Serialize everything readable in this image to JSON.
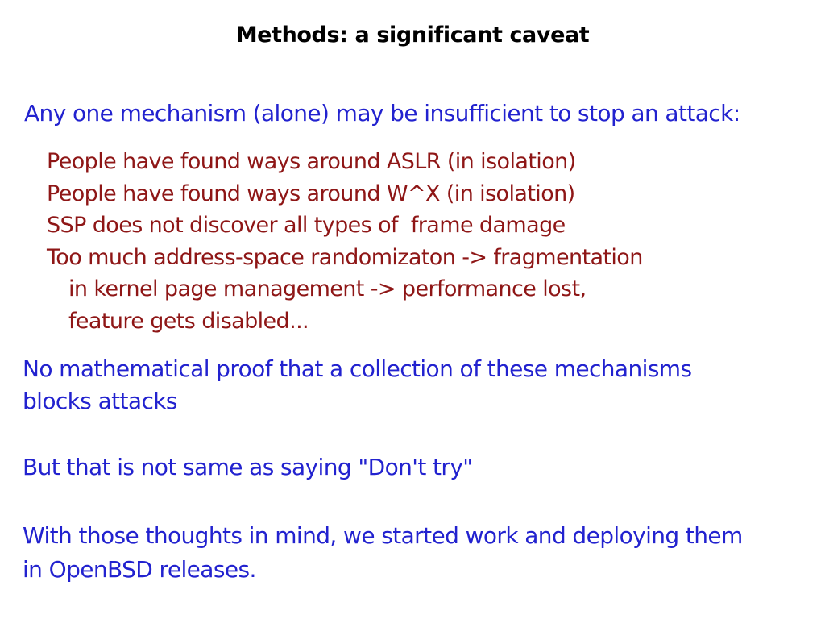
{
  "slide": {
    "title": "Methods: a significant caveat",
    "intro": "Any one mechanism (alone) may be insufficient to stop an attack:",
    "caveats": [
      "People have found ways around ASLR (in isolation)",
      "People have found ways around W^X (in isolation)",
      "SSP does not discover all types of  frame damage",
      "Too much address-space randomizaton -> fragmentation"
    ],
    "caveat_continuation": [
      "in kernel page management -> performance lost,",
      "feature gets disabled..."
    ],
    "no_proof": [
      "No mathematical proof that a collection of these mechanisms",
      "blocks attacks"
    ],
    "dont_try": "But that is not same as saying \"Don't try\"",
    "closing": [
      "With those thoughts in mind, we started work and deploying them",
      "in OpenBSD releases."
    ]
  },
  "colors": {
    "background": "#ffffff",
    "title_text": "#000000",
    "statement_blue": "#2222cf",
    "caveat_dark_red": "#8e1616"
  }
}
